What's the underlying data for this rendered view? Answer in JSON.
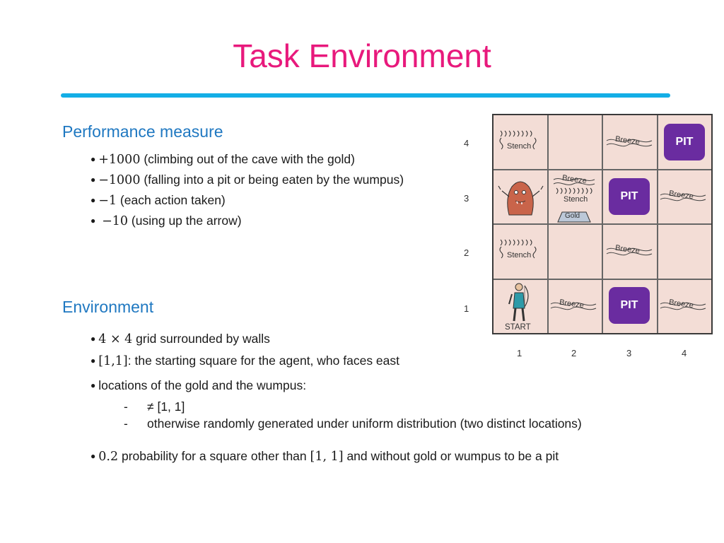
{
  "slide": {
    "title": "Task Environment",
    "performance_heading": "Performance measure",
    "performance_items": [
      {
        "math": "+1000",
        "text": " (climbing out of the cave with the gold)"
      },
      {
        "math": "−1000",
        "text": " (falling into a pit or being eaten by the wumpus)"
      },
      {
        "math": "−1",
        "text": " (each action taken)"
      },
      {
        "math": "−10",
        "text": " (using up the arrow)"
      }
    ],
    "environment_heading": "Environment",
    "env_item1_math": "4 × 4",
    "env_item1_text": " grid surrounded by walls",
    "env_item2_math": "[1,1]",
    "env_item2_text": ": the starting square for the agent, who faces east",
    "env_item3_text": "locations of the gold and the wumpus:",
    "env_sub1_dash": "-",
    "env_sub1_text": "≠ [1, 1]",
    "env_sub2_dash": "-",
    "env_sub2_text": "otherwise randomly generated under uniform distribution (two distinct locations)",
    "env_item4_math": "0.2",
    "env_item4_text_a": " probability for a square other than ",
    "env_item4_math2": "[1, 1]",
    "env_item4_text_b": " and without gold or wumpus to be a pit"
  },
  "grid": {
    "row_labels": [
      "4",
      "3",
      "2",
      "1"
    ],
    "col_labels": [
      "1",
      "2",
      "3",
      "4"
    ],
    "pit_label": "PIT",
    "breeze_label": "Breeze",
    "stench_label": "Stench",
    "gold_label": "Gold",
    "start_label": "START",
    "colors": {
      "pit": "#6a2ca0",
      "cell": "#f3ddd6",
      "gold": "#bcc8d8",
      "wumpus": "#c9644a"
    }
  }
}
